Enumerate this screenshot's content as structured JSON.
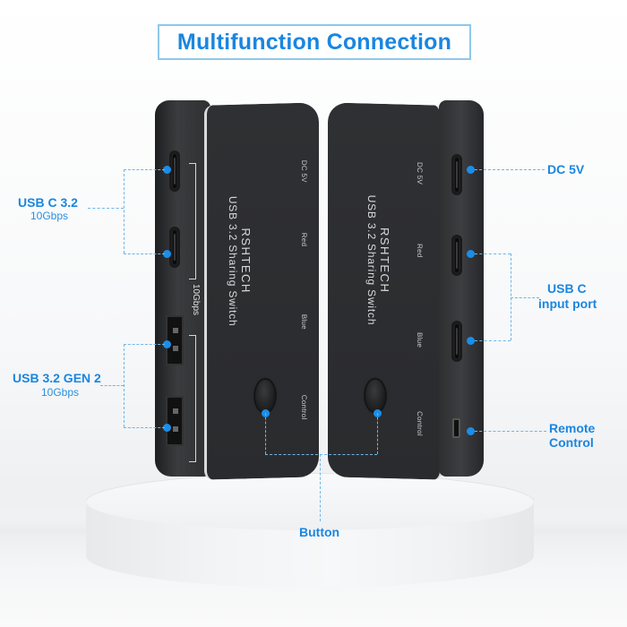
{
  "title": "Multifunction Connection",
  "colors": {
    "accent": "#1a86e0",
    "callout_line": "#6fb6e6",
    "device_body": "#2d2e31",
    "title_border": "#8ec8ea"
  },
  "device": {
    "brand": "RSHTECH",
    "model": "USB 3.2 Sharing Switch",
    "face_labels": [
      "DC 5V",
      "Red",
      "Blue",
      "Control"
    ],
    "side_speed_label": "10Gbps"
  },
  "callouts": {
    "usb_c_32": {
      "title": "USB C 3.2",
      "subtitle": "10Gbps"
    },
    "usb_32_gen2": {
      "title": "USB 3.2 GEN 2",
      "subtitle": "10Gbps"
    },
    "dc_5v": {
      "title": "DC 5V"
    },
    "usb_c_input": {
      "line1": "USB C",
      "line2": "input port"
    },
    "remote_control": {
      "line1": "Remote",
      "line2": "Control"
    },
    "button": {
      "title": "Button"
    }
  },
  "icons": {
    "usb_c_port": "usb-c-port-icon",
    "usb_a_port": "usb-a-port-icon",
    "mini_usb_port": "mini-usb-port-icon",
    "push_button": "push-button-icon"
  }
}
